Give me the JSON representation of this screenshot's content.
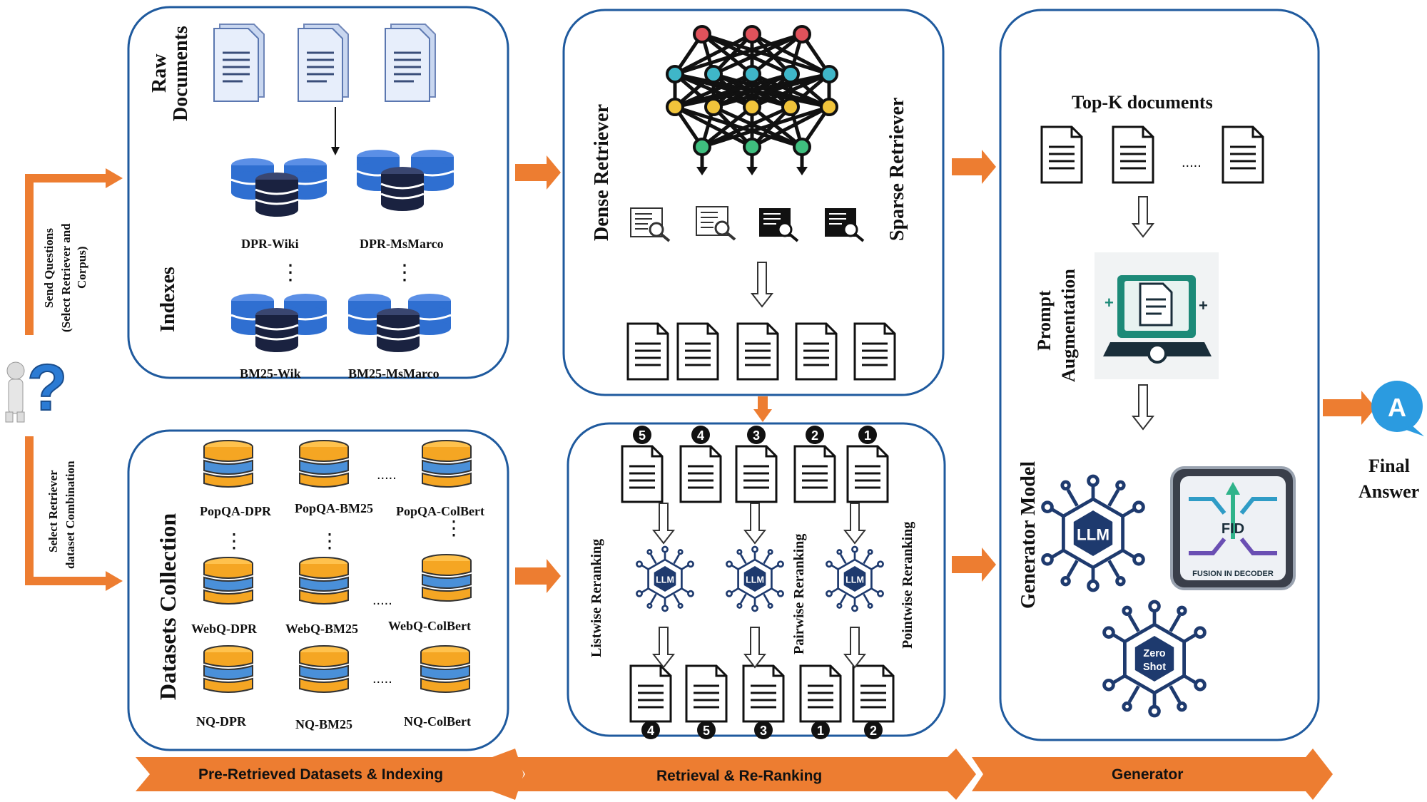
{
  "question_flow": {
    "send_questions": "Send Questions",
    "send_questions_sub": "(Select Retriever  and",
    "send_questions_sub2": "Corpus)",
    "select_retriever": "Select Retriever",
    "select_retriever_sub": "dataset  Combination"
  },
  "panel_indexes": {
    "raw_documents_line1": "Raw",
    "raw_documents_line2": "Documents",
    "indexes_label": "Indexes",
    "dpr_wiki": "DPR-Wiki",
    "dpr_msmarco": "DPR-MsMarco",
    "bm25_wiki": "BM25-Wik",
    "bm25_msmarco": "BM25-MsMarco",
    "dots": "⋮"
  },
  "panel_datasets": {
    "title": "Datasets Collection",
    "items": [
      "PopQA-DPR",
      "PopQA-BM25",
      "PopQA-ColBert",
      "WebQ-DPR",
      "WebQ-BM25",
      "WebQ-ColBert",
      "NQ-DPR",
      "NQ-BM25",
      "NQ-ColBert"
    ],
    "hdots": ".....",
    "vdots": "⋮"
  },
  "panel_retriever": {
    "dense": "Dense Retriever",
    "sparse": "Sparse  Retriever"
  },
  "panel_rerank": {
    "top_ranks": [
      "5",
      "4",
      "3",
      "2",
      "1"
    ],
    "bottom_ranks": [
      "4",
      "5",
      "3",
      "1",
      "2"
    ],
    "listwise": "Listwise Reranking",
    "pairwise": "Pairwise  Reranking",
    "pointwise": "Pointwise Reranking",
    "llm": "LLM"
  },
  "panel_generator": {
    "topk": "Top-K documents",
    "dots": ".....",
    "prompt_line1": "Prompt",
    "prompt_line2": "Augmentation",
    "generator_model": "Generator Model",
    "llm": "LLM",
    "fid": "FID",
    "fid_caption": "FUSION IN DECODER",
    "zero_line1": "Zero",
    "zero_line2": "Shot"
  },
  "final": {
    "icon_letter": "A",
    "line1": "Final",
    "line2": "Answer"
  },
  "banners": {
    "stage1": "Pre-Retrieved Datasets & Indexing",
    "stage2": "Retrieval & Re-Ranking",
    "stage3": "Generator"
  },
  "colors": {
    "panel_border": "#1f5a9e",
    "arrow_orange": "#ed7d31",
    "db_blue": "#2f6fd1",
    "db_dark": "#1a2240",
    "db_orange": "#f5a623",
    "llm_navy": "#1e3a6e"
  }
}
